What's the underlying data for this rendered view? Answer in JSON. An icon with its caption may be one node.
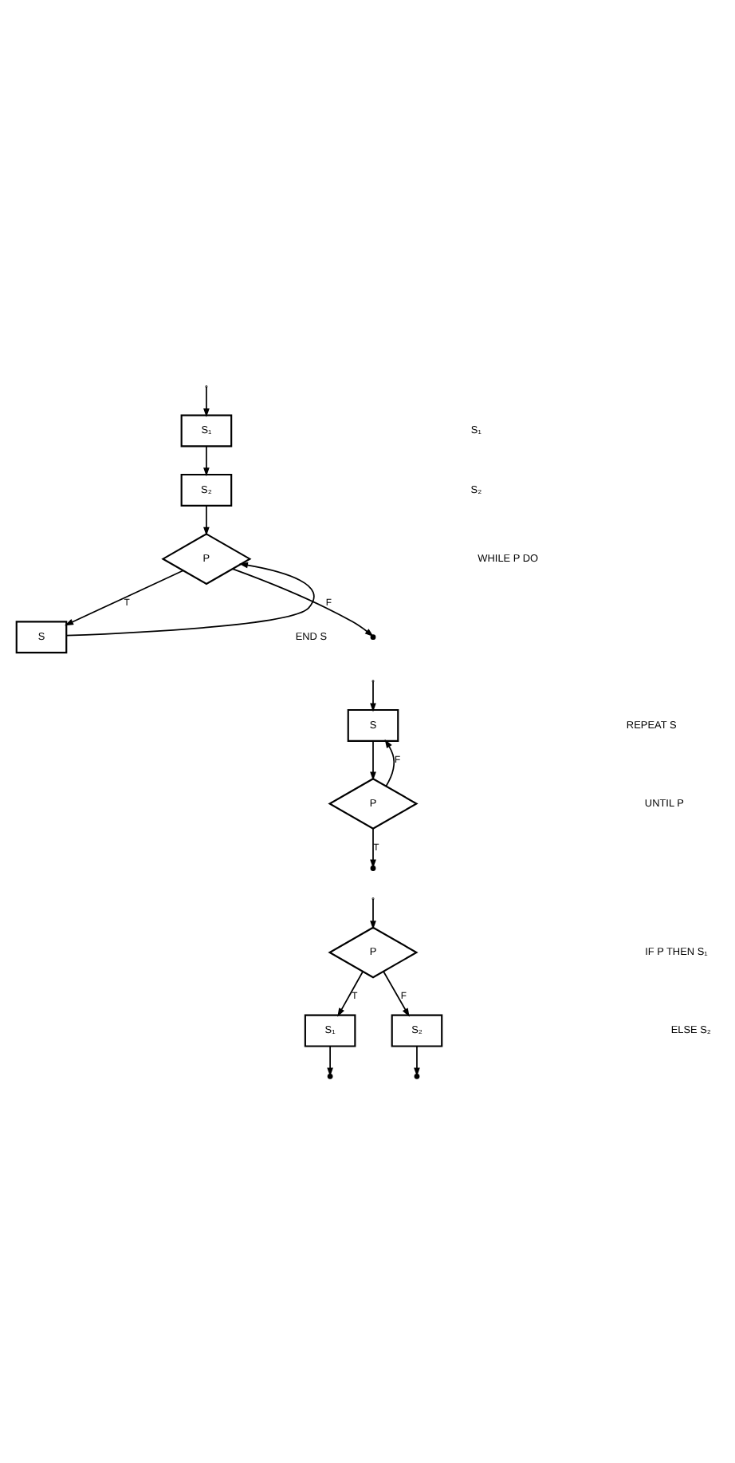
{
  "diagram": {
    "nodes": [
      {
        "text": [
          "S₁"
        ]
      },
      {
        "text": [
          "S₂"
        ]
      },
      {
        "text": [
          "P"
        ]
      },
      {
        "text": [
          "S"
        ]
      },
      {
        "text": [
          "S"
        ]
      },
      {
        "text": [
          "P"
        ]
      },
      {
        "text": [
          "P"
        ]
      },
      {
        "text": [
          "S₁"
        ]
      },
      {
        "text": [
          "S₂"
        ]
      }
    ],
    "edges": [
      {
        "from": null,
        "to": 0,
        "arrow": "to"
      },
      {
        "from": 0,
        "to": 1,
        "arrow": "to"
      },
      {
        "from": 1,
        "to": 2,
        "arrow": "to"
      },
      {
        "from": 2,
        "to": 3,
        "arrow": "to",
        "label": "T"
      },
      {
        "from": 3,
        "to": 2,
        "arrow": "to"
      },
      {
        "from": 2,
        "to": null,
        "arrow": "to",
        "label": "F"
      },
      {
        "from": null,
        "to": 4,
        "arrow": "to"
      },
      {
        "from": 4,
        "to": 5,
        "arrow": "to"
      },
      {
        "from": 5,
        "to": 4,
        "arrow": "to",
        "label": "F"
      },
      {
        "from": 5,
        "to": null,
        "arrow": "to",
        "label": "T"
      },
      {
        "from": null,
        "to": 6,
        "arrow": "to"
      },
      {
        "from": 6,
        "to": 7,
        "arrow": "to",
        "label": "T"
      },
      {
        "from": 6,
        "to": 8,
        "arrow": "to",
        "label": "F"
      },
      {
        "from": 7,
        "to": null,
        "arrow": "to"
      },
      {
        "from": 8,
        "to": null,
        "arrow": "to"
      }
    ],
    "labels": [
      "S₁",
      "S₂",
      "WHILE P DO",
      "END S",
      "REPEAT S",
      "UNTIL P",
      "IF P THEN S₁",
      "ELSE S₂"
    ]
  }
}
